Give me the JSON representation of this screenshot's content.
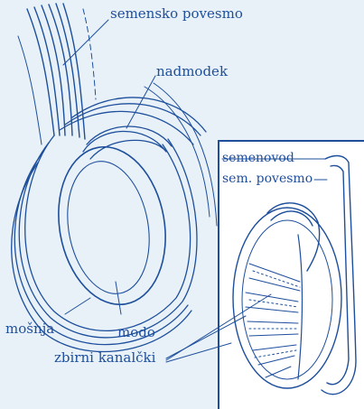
{
  "labels": {
    "semensko_povesmo": "semensko povesmo",
    "nadmodek": "nadmodek",
    "semenovod": "semenovod",
    "sem_povesmo": "sem. povesmo",
    "mosnja": "mošnja",
    "modo": "modo",
    "zbirni_kanalcki": "zbirni kanalčki"
  },
  "colors": {
    "ink": "#1e4f9c",
    "background": "#e8f1f8",
    "inset_background": "#ffffff"
  }
}
